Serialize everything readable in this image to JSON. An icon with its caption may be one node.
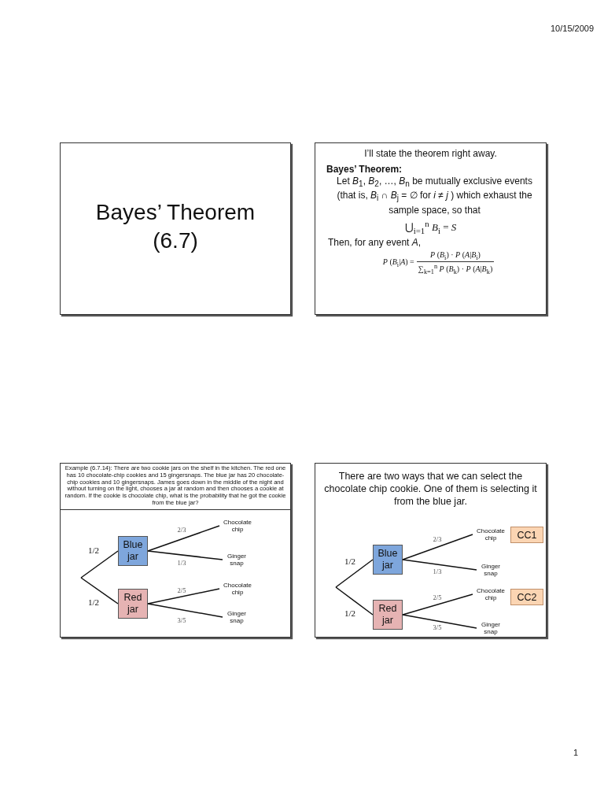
{
  "diagram": {
    "nodes": [
      {
        "text": [
          "Bayes’ Theorem (6.7)"
        ]
      },
      {
        "text": [
          "I’ll state the theorem right away.",
          "Bayes’ Theorem:",
          "Let *B*$_{1}$, *B*$_{2}$, …, *B*$_{n}$ be mutually exclusive events (that is, *B*$_{i}$ ∩ *B*$_{j}$ = ∅ for *i* ≠ *j* ) which exhaust the sample space, so that",
          "⋃$_{i=1}$$^{n}$ *B*$_{i}$ = *S*",
          "Then, for any event *A*,",
          "*P* (*B*$_{i}$|*A*) =",
          "*P* (*B*$_{i}$) · *P* (*A*|*B*$_{i}$)",
          "∑$_{k=1}$$^{n}$ *P* (*B*$_{k}$) · *P* (*A*|*B*$_{k}$)"
        ]
      },
      {
        "text": [
          "Example (6.7.14): There are two cookie jars on the shelf in the kitchen. The red one has 10 chocolate-chip cookies and 15 gingersnaps. The blue jar has 20 chocolate-chip cookies and 10 gingersnaps. James goes down in the middle of the night and without turning on the light, chooses a jar at random and then chooses a cookie at random. If the cookie is chocolate chip, what is the probability that he got the cookie from the blue jar?"
        ]
      },
      {
        "text": [
          "Blue jar"
        ],
        "in": 2
      },
      {
        "text": [
          "Red jar"
        ],
        "in": 2
      },
      {
        "text": [
          "Chocolate chip"
        ],
        "in": 2
      },
      {
        "text": [
          "Ginger snap"
        ],
        "in": 2
      },
      {
        "text": [
          "Chocolate chip"
        ],
        "in": 2
      },
      {
        "text": [
          "Ginger snap"
        ],
        "in": 2
      },
      {
        "text": [
          "There are two ways that we can select the chocolate chip cookie. One of them is selecting it from the blue jar."
        ]
      },
      {
        "text": [
          "Blue jar"
        ],
        "in": 9
      },
      {
        "text": [
          "Red jar"
        ],
        "in": 9
      },
      {
        "text": [
          "Chocolate chip"
        ],
        "in": 9
      },
      {
        "text": [
          "CC1"
        ],
        "in": 9
      },
      {
        "text": [
          "Ginger snap"
        ],
        "in": 9
      },
      {
        "text": [
          "Chocolate chip"
        ],
        "in": 9
      },
      {
        "text": [
          "CC2"
        ],
        "in": 9
      },
      {
        "text": [
          "Ginger snap"
        ],
        "in": 9
      }
    ],
    "edges": [
      {
        "from": null,
        "to": 3,
        "arrow": "none",
        "label": "1/2"
      },
      {
        "from": null,
        "to": 4,
        "arrow": "none",
        "label": "1/2"
      },
      {
        "from": 3,
        "to": 5,
        "arrow": "none",
        "label": "2/3"
      },
      {
        "from": 3,
        "to": 6,
        "arrow": "none",
        "label": "1/3"
      },
      {
        "from": 4,
        "to": 7,
        "arrow": "none",
        "label": "2/5"
      },
      {
        "from": 4,
        "to": 8,
        "arrow": "none",
        "label": "3/5"
      },
      {
        "from": null,
        "to": 10,
        "arrow": "none",
        "label": "1/2"
      },
      {
        "from": null,
        "to": 11,
        "arrow": "none",
        "label": "1/2"
      },
      {
        "from": 10,
        "to": 12,
        "arrow": "none",
        "label": "2/3"
      },
      {
        "from": 10,
        "to": 14,
        "arrow": "none",
        "label": "1/3"
      },
      {
        "from": 11,
        "to": 15,
        "arrow": "none",
        "label": "2/5"
      },
      {
        "from": 11,
        "to": 17,
        "arrow": "none",
        "label": "3/5"
      }
    ],
    "labels": [
      "10/15/2009",
      "1"
    ]
  }
}
